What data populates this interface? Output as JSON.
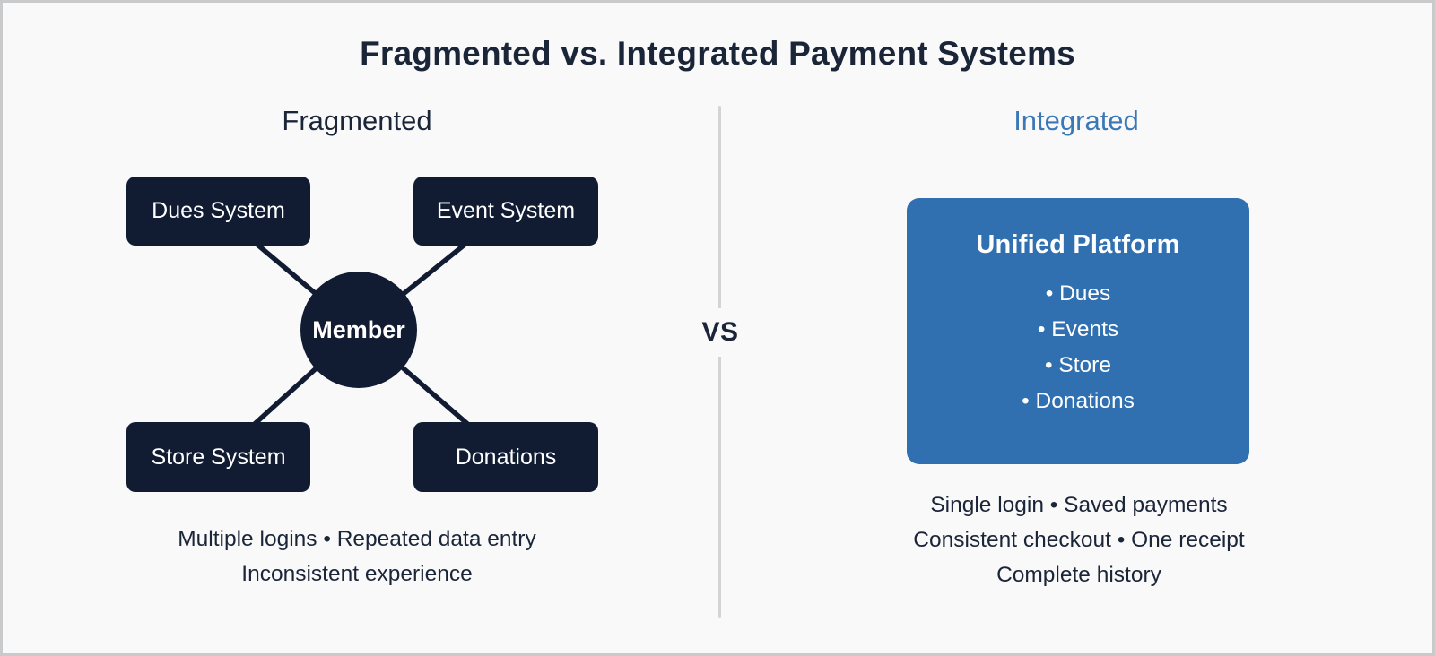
{
  "page": {
    "title": "Fragmented vs. Integrated Payment Systems"
  },
  "colors": {
    "background": "#f9f9fa",
    "frame_border": "#c9cacc",
    "node_navy": "#111c33",
    "text_ink": "#1b2538",
    "platform_blue": "#3070b0",
    "integrated_heading_blue": "#3b78b7",
    "divider_gray": "#d3d4d6",
    "node_text": "#ffffff"
  },
  "fragmented": {
    "heading": "Fragmented",
    "hub_label": "Member",
    "nodes": {
      "dues": "Dues System",
      "event": "Event System",
      "store": "Store System",
      "donations": "Donations"
    },
    "caption_lines": {
      "line1": "Multiple logins • Repeated data entry",
      "line2": "Inconsistent experience"
    }
  },
  "versus_label": "VS",
  "integrated": {
    "heading": "Integrated",
    "platform": {
      "title": "Unified Platform",
      "items": {
        "item1": "• Dues",
        "item2": "• Events",
        "item3": "• Store",
        "item4": "• Donations"
      }
    },
    "caption_lines": {
      "line1": "Single login • Saved payments",
      "line2": "Consistent checkout • One receipt",
      "line3": "Complete history"
    }
  }
}
